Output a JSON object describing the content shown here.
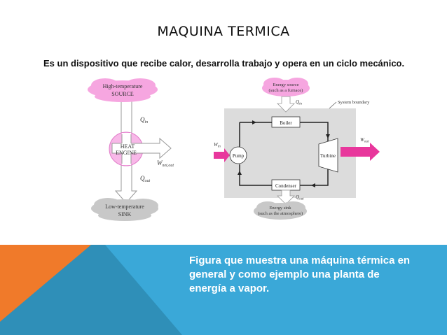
{
  "slide": {
    "title": "MAQUINA TERMICA",
    "intro": "Es un dispositivo que recibe calor, desarrolla trabajo y opera en un ciclo mecánico.",
    "caption": "Figura que muestra una máquina térmica en general y como ejemplo una planta de energía a vapor."
  },
  "left_diagram": {
    "source_line1": "High-temperature",
    "source_line2": "SOURCE",
    "engine_line1": "HEAT",
    "engine_line2": "ENGINE",
    "sink_line1": "Low-temperature",
    "sink_line2": "SINK",
    "q_in": "Q",
    "q_in_sub": "in",
    "q_out": "Q",
    "q_out_sub": "out",
    "w_net": "W",
    "w_net_sub": "net,out"
  },
  "right_diagram": {
    "energy_source_line1": "Energy source",
    "energy_source_line2": "(such as a furnace)",
    "system_boundary": "System boundary",
    "boiler": "Boiler",
    "pump": "Pump",
    "turbine": "Turbine",
    "condenser": "Condenser",
    "energy_sink_line1": "Energy sink",
    "energy_sink_line2": "(such as the atmosphere)",
    "q_in": "Q",
    "q_in_sub": "in",
    "q_out": "Q",
    "q_out_sub": "out",
    "w_in": "W",
    "w_in_sub": "in",
    "w_out": "W",
    "w_out_sub": "out"
  },
  "colors": {
    "cloud_hot": "#f6a6e0",
    "cloud_cold": "#c8c8c8",
    "engine_fill": "#f8b8e8",
    "system_fill": "#dcdcdc",
    "arrow_magenta": "#e8379c",
    "panel_blue": "#3aa8d8",
    "panel_orange": "#f07a2a",
    "panel_teal": "#2f8fb8"
  }
}
